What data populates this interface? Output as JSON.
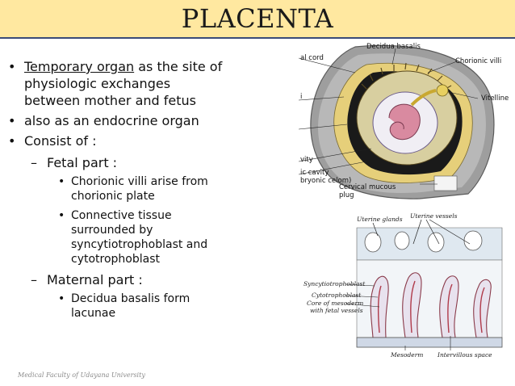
{
  "slide": {
    "title": "PLACENTA",
    "footer": "Medical Faculty of Udayana University"
  },
  "bullets": {
    "b1_underlined": "Temporary organ",
    "b1_rest_1": " as the site of",
    "b1_rest_2": "physiologic exchanges",
    "b1_rest_3": "between mother and fetus",
    "b2": "also as an endocrine organ",
    "b3": "Consist of :",
    "fetal": {
      "heading": "Fetal part :",
      "items": [
        "Chorionic villi arise from chorionic plate",
        "Connective tissue surrounded by syncytiotrophoblast and cytotrophoblast"
      ]
    },
    "maternal": {
      "heading": "Maternal part :",
      "items": [
        "Decidua basalis form lacunae"
      ]
    }
  },
  "figure1": {
    "labels": {
      "decidua_basalis": "Decidua basalis",
      "umbilical_cord": "al cord",
      "chorionic_villi": "Chorionic villi",
      "vitelline": "Vitelline",
      "cavity": "vity",
      "chorionic_cavity": "ic cavity",
      "extraembryonic": "bryonic celom)",
      "cervical_mucous": "Cervical mucous",
      "plug": "plug",
      "i_fragment": "i"
    }
  },
  "figure2": {
    "labels": {
      "uterine_glands": "Uterine glands",
      "uterine_vessels": "Uterine vessels",
      "syncytiotrophoblast": "Syncytiotrophoblast",
      "cytotrophoblast": "Cytotrophoblast",
      "core_mesoderm_1": "Core of mesoderm",
      "core_mesoderm_2": "with fetal vessels",
      "mesoderm": "Mesoderm",
      "intervillous": "Intervillous space"
    }
  }
}
